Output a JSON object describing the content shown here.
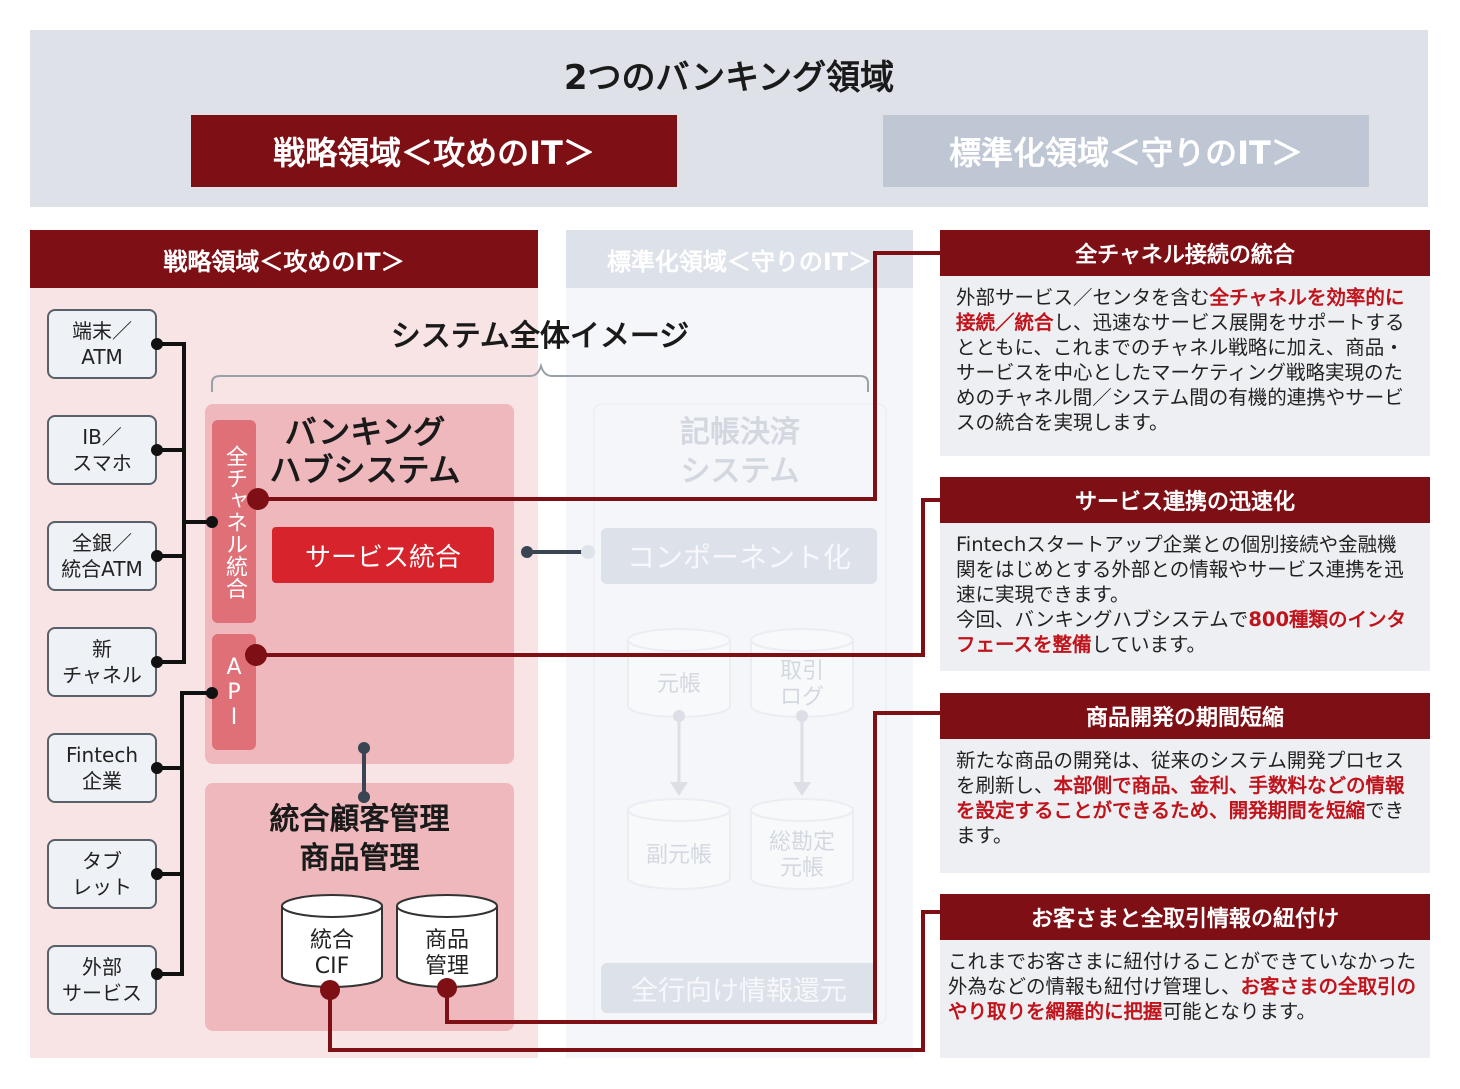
{
  "title": "2つのバンキング領域",
  "domains": {
    "strategy": "戦略領域＜攻めのIT＞",
    "standard": "標準化領域＜守りのIT＞"
  },
  "overview_title": "システム全体イメージ",
  "channels": [
    "端末／\nATM",
    "IB／\nスマホ",
    "全銀／\n統合ATM",
    "新\nチャネル",
    "Fintech\n企業",
    "タブ\nレット",
    "外部\nサービス"
  ],
  "hub": {
    "title": "バンキング\nハブシステム",
    "all_channel": "全チャネル統合",
    "api": "API",
    "service": "サービス統合"
  },
  "customer": {
    "title": "統合顧客管理\n商品管理",
    "db_cif": "統合\nCIF",
    "db_product": "商品\n管理"
  },
  "accounting": {
    "title": "記帳決済\nシステム",
    "component": "コンポーネント化",
    "ledger": "元帳",
    "trade_log": "取引\nログ",
    "sub_ledger": "副元帳",
    "general_ledger": "総勘定\n元帳",
    "feedback": "全行向け情報還元"
  },
  "features": [
    {
      "title": "全チャネル接続の統合",
      "segments": [
        {
          "t": "外部サービス／センタを含む",
          "hl": false
        },
        {
          "t": "全チャネルを効率的に接続／統合",
          "hl": true
        },
        {
          "t": "し、迅速なサービス展開をサポートするとともに、これまでのチャネル戦略に加え、商品・サービスを中心としたマーケティング戦略実現のためのチャネル間／システム間の有機的連携やサービスの統合を実現します。",
          "hl": false
        }
      ]
    },
    {
      "title": "サービス連携の迅速化",
      "segments": [
        {
          "t": "Fintechスタートアップ企業との個別接続や金融機関をはじめとする外部との情報やサービス連携を迅速に実現できます。\n今回、バンキングハブシステムで",
          "hl": false
        },
        {
          "t": "800種類のインタフェースを整備",
          "hl": true
        },
        {
          "t": "しています。",
          "hl": false
        }
      ]
    },
    {
      "title": "商品開発の期間短縮",
      "segments": [
        {
          "t": "新たな商品の開発は、従来のシステム開発プロセスを刷新し、",
          "hl": false
        },
        {
          "t": "本部側で商品、金利、手数料などの情報を設定することができるため、開発期間を短縮",
          "hl": true
        },
        {
          "t": "できます。",
          "hl": false
        }
      ]
    },
    {
      "title": "お客さまと全取引情報の紐付け",
      "segments": [
        {
          "t": "これまでお客さまに紐付けることができていなかった外為などの情報も紐付け管理し、",
          "hl": false
        },
        {
          "t": "お客さまの全取引のやり取りを網羅的に把握",
          "hl": true
        },
        {
          "t": "可能となります。",
          "hl": false
        }
      ]
    }
  ],
  "colors": {
    "dark_red": "#7e0f15",
    "bright_red": "#d6232c",
    "highlight": "#c0141c",
    "pink": "#eeb8bd",
    "light_pink": "#f8e3e5",
    "grey_band": "#dee2e8"
  }
}
